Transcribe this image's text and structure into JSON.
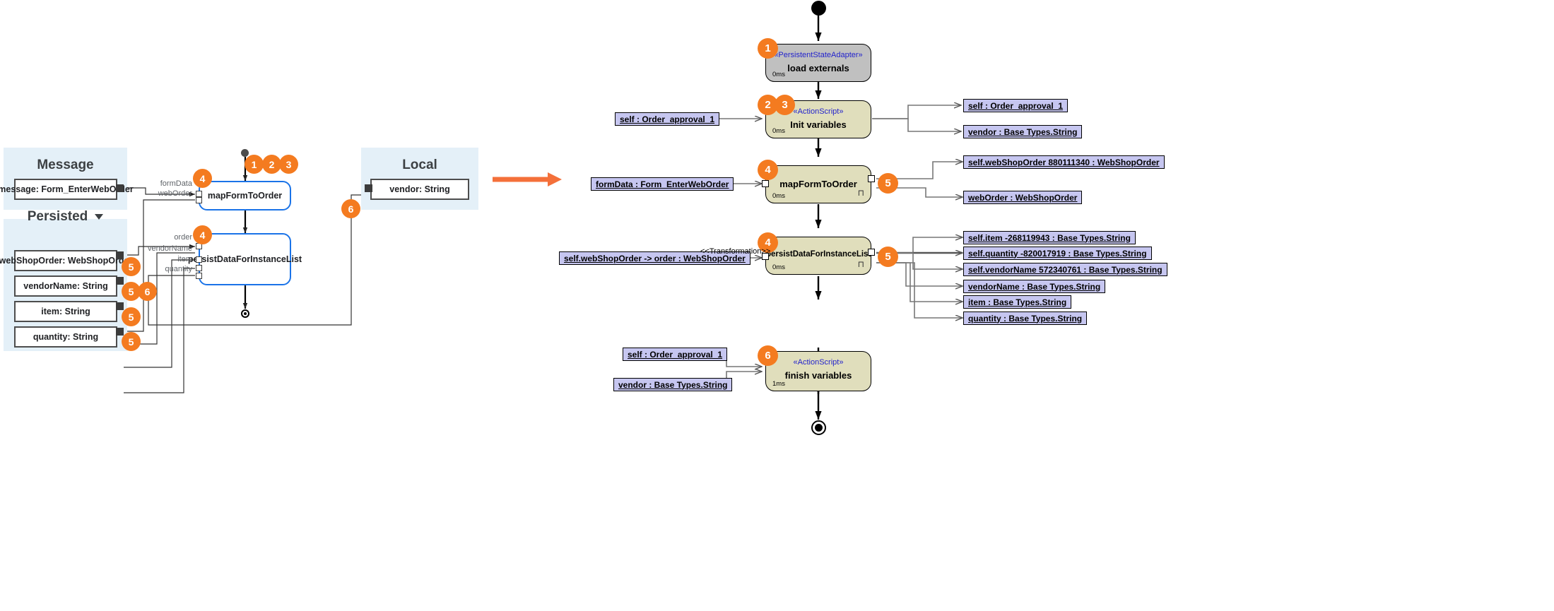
{
  "left": {
    "groups": [
      {
        "title": "Message",
        "has_caret": false
      },
      {
        "title": "Persisted",
        "has_caret": true
      }
    ],
    "objects": [
      {
        "label": "message: Form_EnterWebOrder"
      },
      {
        "label": "webShopOrder: WebShopOrder"
      },
      {
        "label": "vendorName: String"
      },
      {
        "label": "item: String"
      },
      {
        "label": "quantity: String"
      }
    ],
    "local_group": {
      "title": "Local"
    },
    "local_objects": [
      {
        "label": "vendor: String"
      }
    ],
    "activities": [
      {
        "name": "mapFormToOrder",
        "ports": [
          "formData",
          "webOrder"
        ]
      },
      {
        "name": "persistDataForInstanceList",
        "ports": [
          "order",
          "vendorName",
          "item",
          "quantity"
        ]
      }
    ],
    "badges": [
      "1",
      "2",
      "3",
      "4",
      "4",
      "5",
      "5",
      "6",
      "5",
      "5",
      "6"
    ]
  },
  "right": {
    "nodes": [
      {
        "stereotype": "«PersistentStateAdapter»",
        "name": "load externals",
        "duration": "0ms",
        "badges": [
          "1"
        ],
        "fill": "gray"
      },
      {
        "stereotype": "«ActionScript»",
        "name": "Init variables",
        "duration": "0ms",
        "badges": [
          "2",
          "3"
        ],
        "fill": "olive"
      },
      {
        "stereotype": "",
        "name": "mapFormToOrder",
        "duration": "0ms",
        "badges": [
          "4",
          "5"
        ],
        "fill": "olive"
      },
      {
        "stereotype": "",
        "name": "persistDataForInstanceList",
        "duration": "0ms",
        "badges": [
          "4",
          "5"
        ],
        "fill": "olive"
      },
      {
        "stereotype": "«ActionScript»",
        "name": "finish variables",
        "duration": "1ms",
        "badges": [
          "6"
        ],
        "fill": "olive"
      }
    ],
    "inputs": [
      {
        "label": "self : Order_approval_1"
      },
      {
        "label": "formData : Form_EnterWebOrder"
      },
      {
        "label": "self.webShopOrder -> order : WebShopOrder"
      },
      {
        "label": "self : Order_approval_1"
      },
      {
        "label": "vendor : Base Types.String"
      }
    ],
    "outputs": [
      {
        "label": "self : Order_approval_1"
      },
      {
        "label": "vendor : Base Types.String"
      },
      {
        "label": "self.webShopOrder 880111340 : WebShopOrder"
      },
      {
        "label": "webOrder : WebShopOrder"
      },
      {
        "label": "self.item -268119943 : Base Types.String"
      },
      {
        "label": "self.quantity -820017919 : Base Types.String"
      },
      {
        "label": "self.vendorName 572340761 : Base Types.String"
      },
      {
        "label": "vendorName : Base Types.String"
      },
      {
        "label": "item : Base Types.String"
      },
      {
        "label": "quantity : Base Types.String"
      }
    ],
    "transformation_label": "<<Transformation>>"
  },
  "colors": {
    "badge": "#f47b20",
    "group_panel": "#e4f0f8",
    "activity_border": "#1a73e8",
    "node_gray": "#c0c0c0",
    "node_olive": "#e0debc",
    "data_box": "#c6c6f0",
    "arrow": "#f4703a"
  }
}
